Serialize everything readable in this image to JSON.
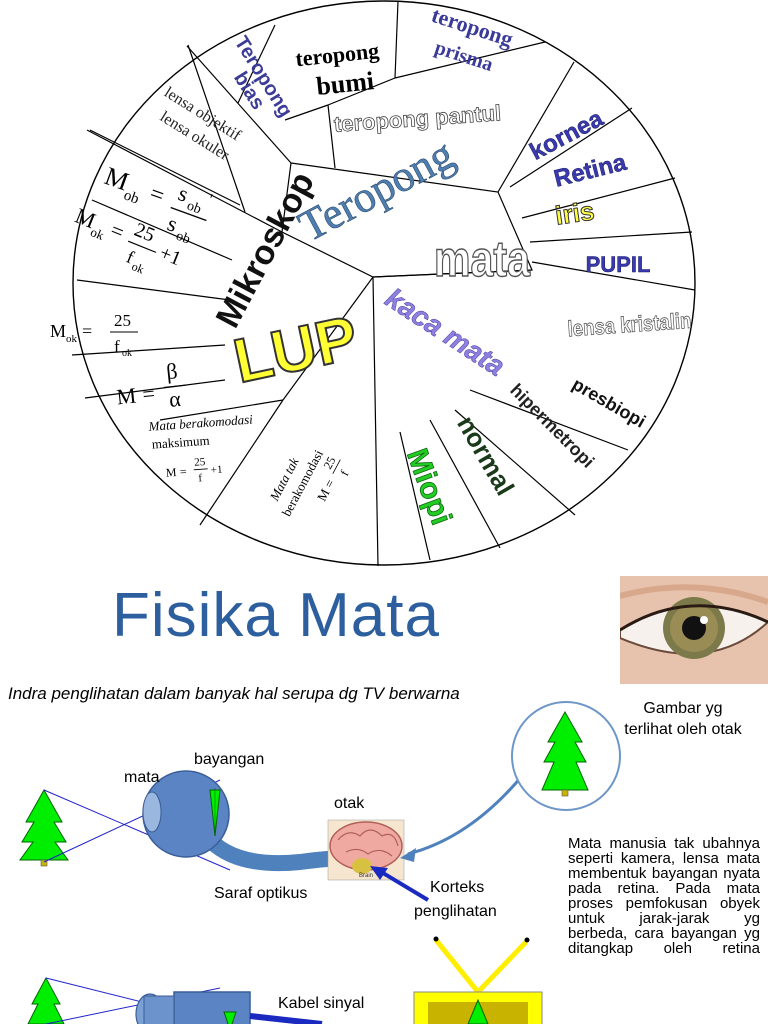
{
  "wheel": {
    "hub": {
      "teropong": "Teropong",
      "mata": "mata",
      "kaca_mata": "kaca mata",
      "lup": "LUP",
      "mikroskop": "Mikroskop"
    },
    "teropong_types": {
      "bias_1": "Teropong",
      "bias_2": "bias",
      "bumi_1": "teropong",
      "bumi_2": "bumi",
      "prisma_1": "teropong",
      "prisma_2": "prisma",
      "pantul": "teropong pantul"
    },
    "mata_parts": {
      "kornea": "kornea",
      "retina": "Retina",
      "iris": "iris",
      "pupil": "PUPIL",
      "lensa_kristalin": "lensa kristalin"
    },
    "eye_defects": {
      "presbiopi": "presbiopi",
      "hipermetropi": "hipermetropi",
      "normal": "normal",
      "miopi": "Miopi"
    },
    "mikroskop": {
      "lensa_1": "lensa objektif",
      "lensa_2": "lensa okuler",
      "f1_M": "M",
      "f1_sub": "ob",
      "f1_eq": "=",
      "f1_num": "s",
      "f1_num_sub": "ob",
      "f1_prime": "'",
      "f1_den": "s",
      "f1_den_sub": "ob",
      "f2_M": "M",
      "f2_sub": "ok",
      "f2_eq": "=",
      "f2_num": "25",
      "f2_den": "f",
      "f2_den_sub": "ok",
      "f2_plus": "+1"
    },
    "lup": {
      "f3_M": "M",
      "f3_sub": "ok",
      "f3_eq": "=",
      "f3_num": "25",
      "f3_den": "f",
      "f3_den_sub": "ok",
      "f4_M": "M",
      "f4_eq": "=",
      "f4_num": "β",
      "f4_den": "α",
      "akom_1": "Mata berakomodasi",
      "akom_2": "maksimum",
      "f5_M": "M",
      "f5_eq": "=",
      "f5_num": "25",
      "f5_den": "f",
      "f5_plus": "+1",
      "tak_1": "Mata tak",
      "tak_2": "berakomodasi",
      "f6_M": "M",
      "f6_eq": "=",
      "f6_num": "25",
      "f6_den": "f"
    }
  },
  "title": "Fisika Mata",
  "subtitle": "Indra penglihatan dalam banyak hal serupa dg TV berwarna",
  "labels": {
    "mata": "mata",
    "bayangan": "bayangan",
    "otak": "otak",
    "saraf": "Saraf optikus",
    "korteks_1": "Korteks",
    "korteks_2": "penglihatan",
    "kabel": "Kabel sinyal",
    "brain_tag": "Brain"
  },
  "gambar_caption": {
    "line1": "Gambar yg",
    "line2": "terlihat oleh otak"
  },
  "description": "Mata manusia tak ubahnya seperti kamera, lensa mata membentuk bayangan nyata pada retina. Pada mata proses pemfokusan obyek untuk jarak-jarak yg berbeda, cara bayangan yg ditangkap oleh retina",
  "colors": {
    "title": "#2d5f9e",
    "tree": "#00ee00",
    "eye": "#5b84c4",
    "nerve": "#4f81bd",
    "tv": "#ffff00"
  }
}
